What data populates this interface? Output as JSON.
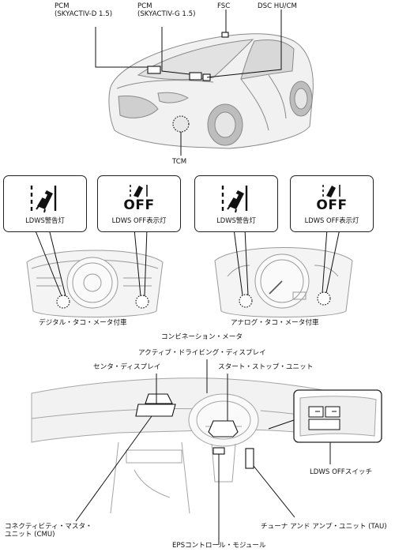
{
  "top": {
    "pcm_diesel": "PCM\n(SKYACTIV-D 1.5)",
    "pcm_gasoline": "PCM\n(SKYACTIV-G 1.5)",
    "fsc": "FSC",
    "dsc": "DSC HU/CM",
    "tcm": "TCM"
  },
  "middle": {
    "left_warning_caption": "LDWS警告灯",
    "left_off_caption": "LDWS OFF表示灯",
    "right_warning_caption": "LDWS警告灯",
    "right_off_caption": "LDWS OFF表示灯",
    "off_text": "OFF",
    "left_cluster_caption": "デジタル・タコ・メータ付車",
    "right_cluster_caption": "アナログ・タコ・メータ付車",
    "combination_meter": "コンビネーション・メータ"
  },
  "bottom": {
    "active_driving_display": "アクティブ・ドライビング・ディスプレイ",
    "center_display": "センタ・ディスプレイ",
    "start_stop_unit": "スタート・ストップ・ユニット",
    "ldws_off_switch": "LDWS OFFスイッチ",
    "cmu": "コネクティビティ・マスタ・\nユニット (CMU)",
    "tau": "チューナ アンド アンプ・ユニット (TAU)",
    "eps": "EPSコントロール・モジュール"
  },
  "colors": {
    "line": "#111111",
    "sketch": "#9a9a9a",
    "fill_light": "#ececec"
  },
  "icons": [
    "lane-departure-icon",
    "lane-departure-off-icon",
    "car-icon",
    "cluster-icon",
    "dashboard-icon"
  ]
}
